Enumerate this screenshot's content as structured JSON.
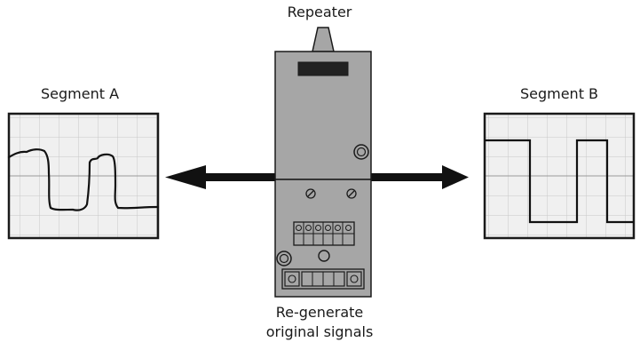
{
  "labels": {
    "repeater": "Repeater",
    "segment_a": "Segment A",
    "segment_b": "Segment B",
    "regen_line1": "Re-generate",
    "regen_line2": "original signals"
  },
  "colors": {
    "device_fill": "#a6a6a6",
    "device_dark": "#808080",
    "grid_fill": "#f0f0f0",
    "grid_line": "#c8c8c8",
    "stroke": "#1a1a1a"
  }
}
